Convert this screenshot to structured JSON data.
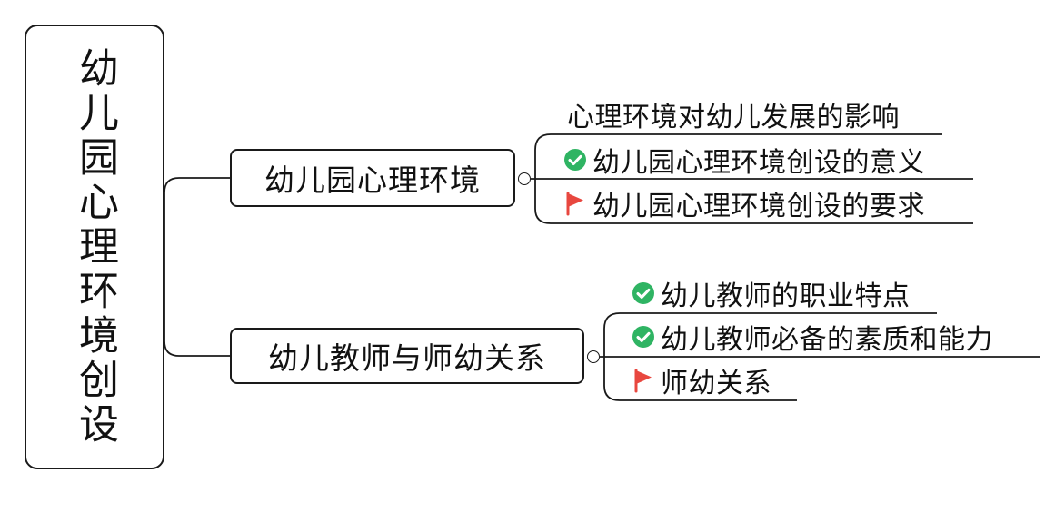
{
  "root": {
    "title": "幼儿园心理环境创设"
  },
  "branches": [
    {
      "label": "幼儿园心理环境",
      "children": [
        {
          "label": "心理环境对幼儿发展的影响",
          "marker": "none"
        },
        {
          "label": "幼儿园心理环境创设的意义",
          "marker": "check-icon"
        },
        {
          "label": "幼儿园心理环境创设的要求",
          "marker": "flag-icon"
        }
      ]
    },
    {
      "label": "幼儿教师与师幼关系",
      "children": [
        {
          "label": "幼儿教师的职业特点",
          "marker": "check-icon"
        },
        {
          "label": "幼儿教师必备的素质和能力",
          "marker": "check-icon"
        },
        {
          "label": "师幼关系",
          "marker": "flag-icon"
        }
      ]
    }
  ],
  "colors": {
    "line": "#1a1a1a",
    "check": "#2fb463",
    "flag": "#e8473f"
  }
}
